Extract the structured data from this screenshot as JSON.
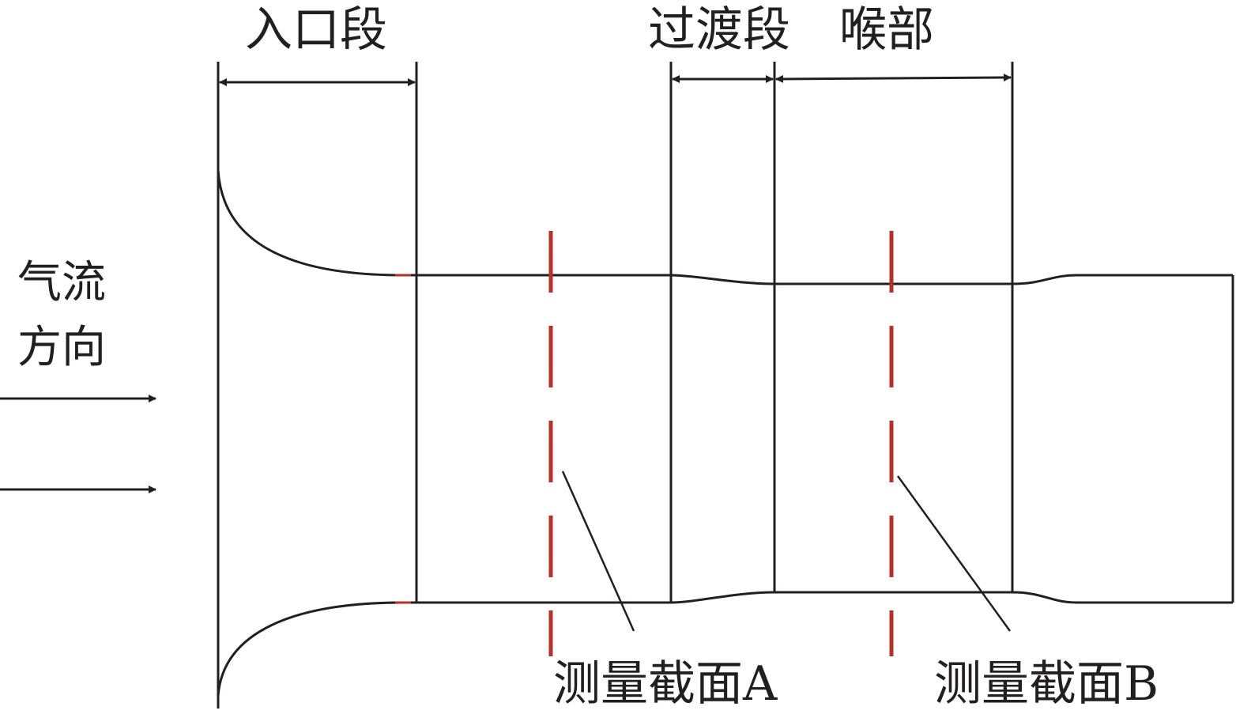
{
  "labels": {
    "inlet": "入口段",
    "transition": "过渡段",
    "throat": "喉部",
    "flow_line1": "气流",
    "flow_line2": "方向",
    "section_a": "测量截面A",
    "section_b": "测量截面B"
  },
  "colors": {
    "outline": "#231f20",
    "measurement_line": "#b5312b"
  }
}
